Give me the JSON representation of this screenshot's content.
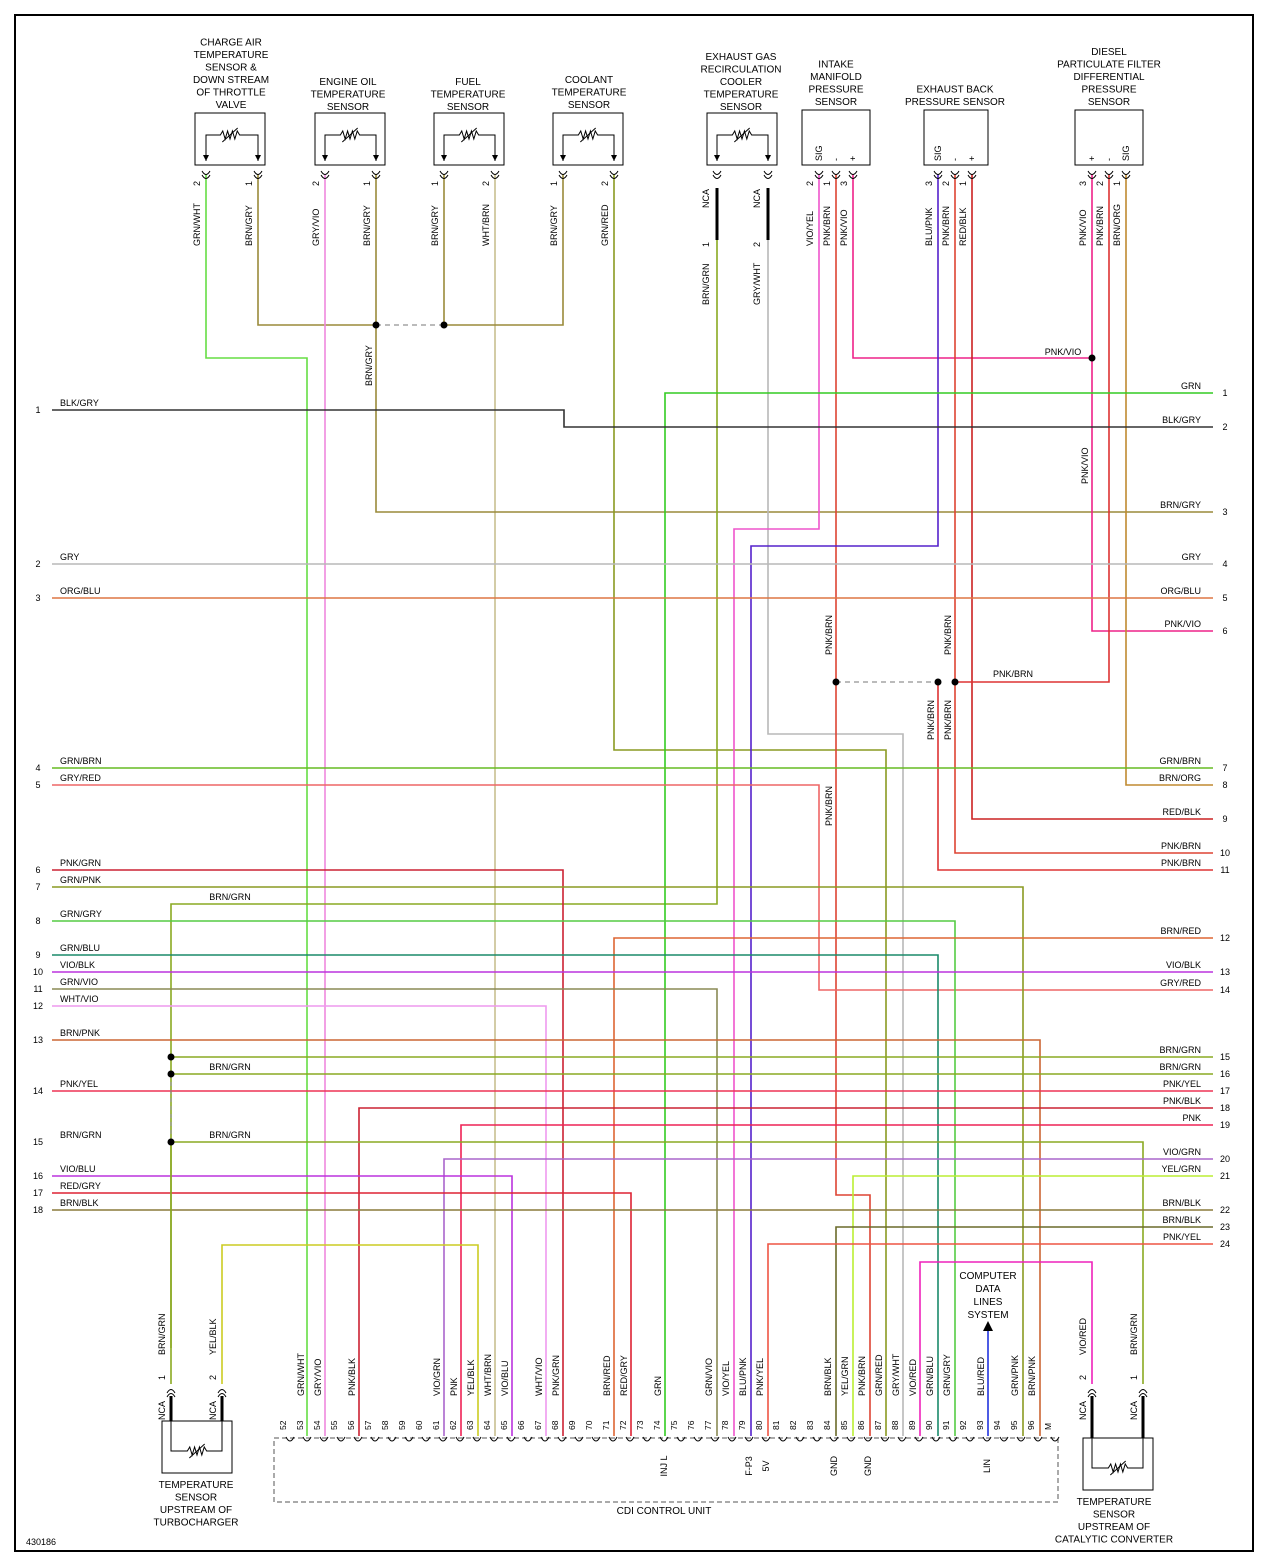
{
  "diagram_id": "430186",
  "cdi": {
    "title": "CDI CONTROL UNIT"
  },
  "cdl_label": [
    "COMPUTER",
    "DATA",
    "LINES",
    "SYSTEM"
  ],
  "left_connectors": [
    {
      "num": "1",
      "label": "BLK/GRY"
    },
    {
      "num": "2",
      "label": "GRY"
    },
    {
      "num": "3",
      "label": "ORG/BLU"
    },
    {
      "num": "4",
      "label": "GRN/BRN"
    },
    {
      "num": "5",
      "label": "GRY/RED"
    },
    {
      "num": "6",
      "label": "PNK/GRN"
    },
    {
      "num": "7",
      "label": "GRN/PNK"
    },
    {
      "num": "8",
      "label": "GRN/GRY"
    },
    {
      "num": "9",
      "label": "GRN/BLU"
    },
    {
      "num": "10",
      "label": "VIO/BLK"
    },
    {
      "num": "11",
      "label": "GRN/VIO"
    },
    {
      "num": "12",
      "label": "WHT/VIO"
    },
    {
      "num": "13",
      "label": "BRN/PNK"
    },
    {
      "num": "14",
      "label": "PNK/YEL"
    },
    {
      "num": "15",
      "label": "BRN/GRN"
    },
    {
      "num": "16",
      "label": "VIO/BLU"
    },
    {
      "num": "17",
      "label": "RED/GRY"
    },
    {
      "num": "18",
      "label": "BRN/BLK"
    }
  ],
  "right_connectors": [
    {
      "num": "1",
      "label": "GRN"
    },
    {
      "num": "2",
      "label": "BLK/GRY"
    },
    {
      "num": "3",
      "label": "BRN/GRY"
    },
    {
      "num": "4",
      "label": "GRY"
    },
    {
      "num": "5",
      "label": "ORG/BLU"
    },
    {
      "num": "6",
      "label": "PNK/VIO"
    },
    {
      "num": "7",
      "label": "GRN/BRN"
    },
    {
      "num": "8",
      "label": "BRN/ORG"
    },
    {
      "num": "9",
      "label": "RED/BLK"
    },
    {
      "num": "10",
      "label": "PNK/BRN"
    },
    {
      "num": "11",
      "label": "PNK/BRN"
    },
    {
      "num": "12",
      "label": "BRN/RED"
    },
    {
      "num": "13",
      "label": "VIO/BLK"
    },
    {
      "num": "14",
      "label": "GRY/RED"
    },
    {
      "num": "15",
      "label": "BRN/GRN"
    },
    {
      "num": "16",
      "label": "BRN/GRN"
    },
    {
      "num": "17",
      "label": "PNK/YEL"
    },
    {
      "num": "18",
      "label": "PNK/BLK"
    },
    {
      "num": "19",
      "label": "PNK"
    },
    {
      "num": "20",
      "label": "VIO/GRN"
    },
    {
      "num": "21",
      "label": "YEL/GRN"
    },
    {
      "num": "22",
      "label": "BRN/BLK"
    },
    {
      "num": "23",
      "label": "BRN/BLK"
    },
    {
      "num": "24",
      "label": "PNK/YEL"
    }
  ],
  "sensors": [
    {
      "lines": [
        "CHARGE AIR",
        "TEMPERATURE",
        "SENSOR &",
        "DOWN STREAM",
        "OF THROTTLE",
        "VALVE"
      ],
      "pins": [
        {
          "num": "2",
          "wire": "GRN/WHT"
        },
        {
          "num": "1",
          "wire": "BRN/GRY"
        }
      ]
    },
    {
      "lines": [
        "ENGINE OIL",
        "TEMPERATURE",
        "SENSOR"
      ],
      "pins": [
        {
          "num": "2",
          "wire": "GRY/VIO"
        },
        {
          "num": "1",
          "wire": "BRN/GRY"
        }
      ]
    },
    {
      "lines": [
        "FUEL",
        "TEMPERATURE",
        "SENSOR"
      ],
      "pins": [
        {
          "num": "1",
          "wire": "BRN/GRY"
        },
        {
          "num": "2",
          "wire": "WHT/BRN"
        }
      ]
    },
    {
      "lines": [
        "COOLANT",
        "TEMPERATURE",
        "SENSOR"
      ],
      "pins": [
        {
          "num": "1",
          "wire": "BRN/GRY"
        },
        {
          "num": "2",
          "wire": "GRN/RED"
        }
      ]
    },
    {
      "lines": [
        "EXHAUST GAS",
        "RECIRCULATION",
        "COOLER",
        "TEMPERATURE",
        "SENSOR"
      ],
      "pins": [
        {
          "num": "1",
          "wire": "BRN/GRN",
          "nca": "NCA"
        },
        {
          "num": "2",
          "wire": "GRY/WHT",
          "nca": "NCA"
        }
      ]
    },
    {
      "lines": [
        "INTAKE",
        "MANIFOLD",
        "PRESSURE",
        "SENSOR"
      ],
      "terms": [
        "SIG",
        "-",
        "+"
      ],
      "pins": [
        {
          "num": "2",
          "wire": "VIO/YEL"
        },
        {
          "num": "1",
          "wire": "PNK/BRN"
        },
        {
          "num": "3",
          "wire": "PNK/VIO"
        }
      ]
    },
    {
      "lines": [
        "EXHAUST BACK",
        "PRESSURE SENSOR"
      ],
      "terms": [
        "SIG",
        "-",
        "+"
      ],
      "pins": [
        {
          "num": "3",
          "wire": "BLU/PNK"
        },
        {
          "num": "2",
          "wire": "PNK/BRN"
        },
        {
          "num": "1",
          "wire": "RED/BLK"
        }
      ]
    },
    {
      "lines": [
        "DIESEL",
        "PARTICULATE FILTER",
        "DIFFERENTIAL",
        "PRESSURE",
        "SENSOR"
      ],
      "terms": [
        "+",
        "-",
        "SIG"
      ],
      "pins": [
        {
          "num": "3",
          "wire": "PNK/VIO"
        },
        {
          "num": "2",
          "wire": "PNK/BRN"
        },
        {
          "num": "1",
          "wire": "BRN/ORG"
        }
      ]
    }
  ],
  "bottom_sensors": [
    {
      "lines": [
        "TEMPERATURE",
        "SENSOR",
        "UPSTREAM OF",
        "TURBOCHARGER"
      ],
      "pins": [
        {
          "num": "1",
          "wire": "BRN/GRN",
          "nca": "NCA"
        },
        {
          "num": "2",
          "wire": "YEL/BLK",
          "nca": "NCA"
        }
      ]
    },
    {
      "lines": [
        "TEMPERATURE",
        "SENSOR",
        "UPSTREAM OF",
        "CATALYTIC CONVERTER"
      ],
      "pins": [
        {
          "num": "2",
          "wire": "VIO/RED",
          "nca": "NCA"
        },
        {
          "num": "1",
          "wire": "BRN/GRN",
          "nca": "NCA"
        }
      ]
    }
  ],
  "inline_labels": [
    "BRN/GRY",
    "PNK/VIO",
    "PNK/VIO",
    "PNK/BRN",
    "PNK/BRN",
    "PNK/BRN",
    "PNK/BRN",
    "PNK/BRN",
    "BRN/GRN",
    "BRN/GRN",
    "BRN/GRN"
  ],
  "cdi_pins": [
    {
      "num": "52",
      "wire": "",
      "func": ""
    },
    {
      "num": "53",
      "wire": "GRN/WHT",
      "func": ""
    },
    {
      "num": "54",
      "wire": "GRY/VIO",
      "func": ""
    },
    {
      "num": "55",
      "wire": "",
      "func": ""
    },
    {
      "num": "56",
      "wire": "PNK/BLK",
      "func": ""
    },
    {
      "num": "57",
      "wire": "",
      "func": ""
    },
    {
      "num": "58",
      "wire": "",
      "func": ""
    },
    {
      "num": "59",
      "wire": "",
      "func": ""
    },
    {
      "num": "60",
      "wire": "",
      "func": ""
    },
    {
      "num": "61",
      "wire": "VIO/GRN",
      "func": ""
    },
    {
      "num": "62",
      "wire": "PNK",
      "func": ""
    },
    {
      "num": "63",
      "wire": "YEL/BLK",
      "func": ""
    },
    {
      "num": "64",
      "wire": "WHT/BRN",
      "func": ""
    },
    {
      "num": "65",
      "wire": "VIO/BLU",
      "func": ""
    },
    {
      "num": "66",
      "wire": "",
      "func": ""
    },
    {
      "num": "67",
      "wire": "WHT/VIO",
      "func": ""
    },
    {
      "num": "68",
      "wire": "PNK/GRN",
      "func": ""
    },
    {
      "num": "69",
      "wire": "",
      "func": ""
    },
    {
      "num": "70",
      "wire": "",
      "func": ""
    },
    {
      "num": "71",
      "wire": "BRN/RED",
      "func": ""
    },
    {
      "num": "72",
      "wire": "RED/GRY",
      "func": ""
    },
    {
      "num": "73",
      "wire": "",
      "func": ""
    },
    {
      "num": "74",
      "wire": "GRN",
      "func": "INJ L"
    },
    {
      "num": "75",
      "wire": "",
      "func": ""
    },
    {
      "num": "76",
      "wire": "",
      "func": ""
    },
    {
      "num": "77",
      "wire": "GRN/VIO",
      "func": ""
    },
    {
      "num": "78",
      "wire": "VIO/YEL",
      "func": ""
    },
    {
      "num": "79",
      "wire": "BLU/PNK",
      "func": "F-P3"
    },
    {
      "num": "80",
      "wire": "PNK/YEL",
      "func": "5V"
    },
    {
      "num": "81",
      "wire": "",
      "func": ""
    },
    {
      "num": "82",
      "wire": "",
      "func": ""
    },
    {
      "num": "83",
      "wire": "",
      "func": ""
    },
    {
      "num": "84",
      "wire": "BRN/BLK",
      "func": "GND"
    },
    {
      "num": "85",
      "wire": "YEL/GRN",
      "func": ""
    },
    {
      "num": "86",
      "wire": "PNK/BRN",
      "func": "GND"
    },
    {
      "num": "87",
      "wire": "GRN/RED",
      "func": ""
    },
    {
      "num": "88",
      "wire": "GRY/WHT",
      "func": ""
    },
    {
      "num": "89",
      "wire": "VIO/RED",
      "func": ""
    },
    {
      "num": "90",
      "wire": "GRN/BLU",
      "func": ""
    },
    {
      "num": "91",
      "wire": "GRN/GRY",
      "func": ""
    },
    {
      "num": "92",
      "wire": "",
      "func": ""
    },
    {
      "num": "93",
      "wire": "BLU/RED",
      "func": "LIN"
    },
    {
      "num": "94",
      "wire": "",
      "func": ""
    },
    {
      "num": "95",
      "wire": "GRN/PNK",
      "func": ""
    },
    {
      "num": "96",
      "wire": "BRN/PNK",
      "func": ""
    },
    {
      "num": "M",
      "wire": "",
      "func": ""
    }
  ],
  "colors": {
    "GRN": "#22cc22",
    "GRN_LIGHT": "#66dd44",
    "BLK": "#222222",
    "GRY": "#b8b8b8",
    "BRN": "#9a8a3a",
    "OLIVE": "#8a9a22",
    "ORG": "#cc7733",
    "RED": "#dd2222",
    "PNK": "#ee33aa",
    "PNKL": "#ee88dd",
    "VIO": "#aa33dd",
    "BLU": "#4422cc",
    "TEAL": "#1a8a6a",
    "YEL": "#cccc00",
    "YELG": "#bbee33",
    "TAN": "#b0a060",
    "REDO": "#dd5533",
    "OLIVE2": "#6a6a2a",
    "BRNORG": "#c08a30"
  }
}
